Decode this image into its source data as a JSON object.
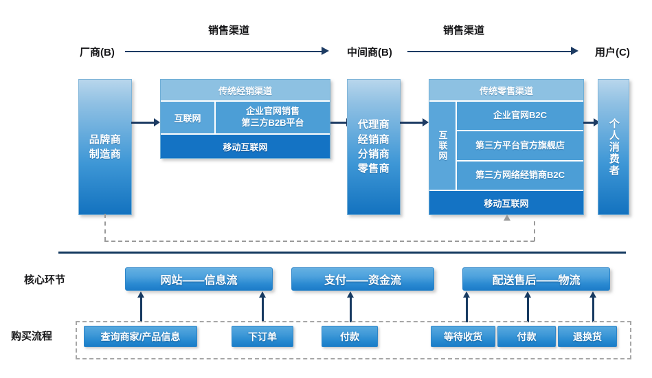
{
  "top_flow": {
    "channel_label_1": "销售渠道",
    "channel_label_2": "销售渠道",
    "node_1": "厂商(B)",
    "node_2": "中间商(B)",
    "node_3": "用户(C)"
  },
  "pillars": {
    "manufacturer": "品牌商\n制造商",
    "manufacturer_lines": [
      "品牌商",
      "制造商"
    ],
    "middleman_lines": [
      "代理商",
      "经销商",
      "分销商",
      "零售商"
    ],
    "consumer": "个人消费者"
  },
  "distribution_group": {
    "header": "传统经销渠道",
    "left_cell": "互联网",
    "right_cells": [
      "企业官网销售\n第三方B2B平台"
    ],
    "right_cell_lines": [
      [
        "企业官网销售",
        "第三方B2B平台"
      ]
    ],
    "footer": "移动互联网"
  },
  "retail_group": {
    "header": "传统零售渠道",
    "left_cell": "互联网",
    "right_cells": [
      "企业官网B2C",
      "第三方平台官方旗舰店",
      "第三方网络经销商B2C"
    ],
    "footer": "移动互联网"
  },
  "sections": {
    "core_label": "核心环节",
    "purchase_label": "购买流程"
  },
  "core_stages": [
    {
      "label": "网站——信息流"
    },
    {
      "label": "支付——资金流"
    },
    {
      "label": "配送售后——物流"
    }
  ],
  "purchase_steps": [
    {
      "label": "查询商家/产品信息"
    },
    {
      "label": "下订单"
    },
    {
      "label": "付款"
    },
    {
      "label": "等待收货"
    },
    {
      "label": "付款"
    },
    {
      "label": "退换货"
    }
  ],
  "colors": {
    "dark_navy": "#13385f",
    "accent_blue": "#1473c4",
    "light_blue": "#8dc1e2",
    "mid_blue": "#4c9ed6",
    "dashed_gray": "#a6a6a6",
    "text_white": "#ffffff",
    "text_black": "#18181a"
  }
}
